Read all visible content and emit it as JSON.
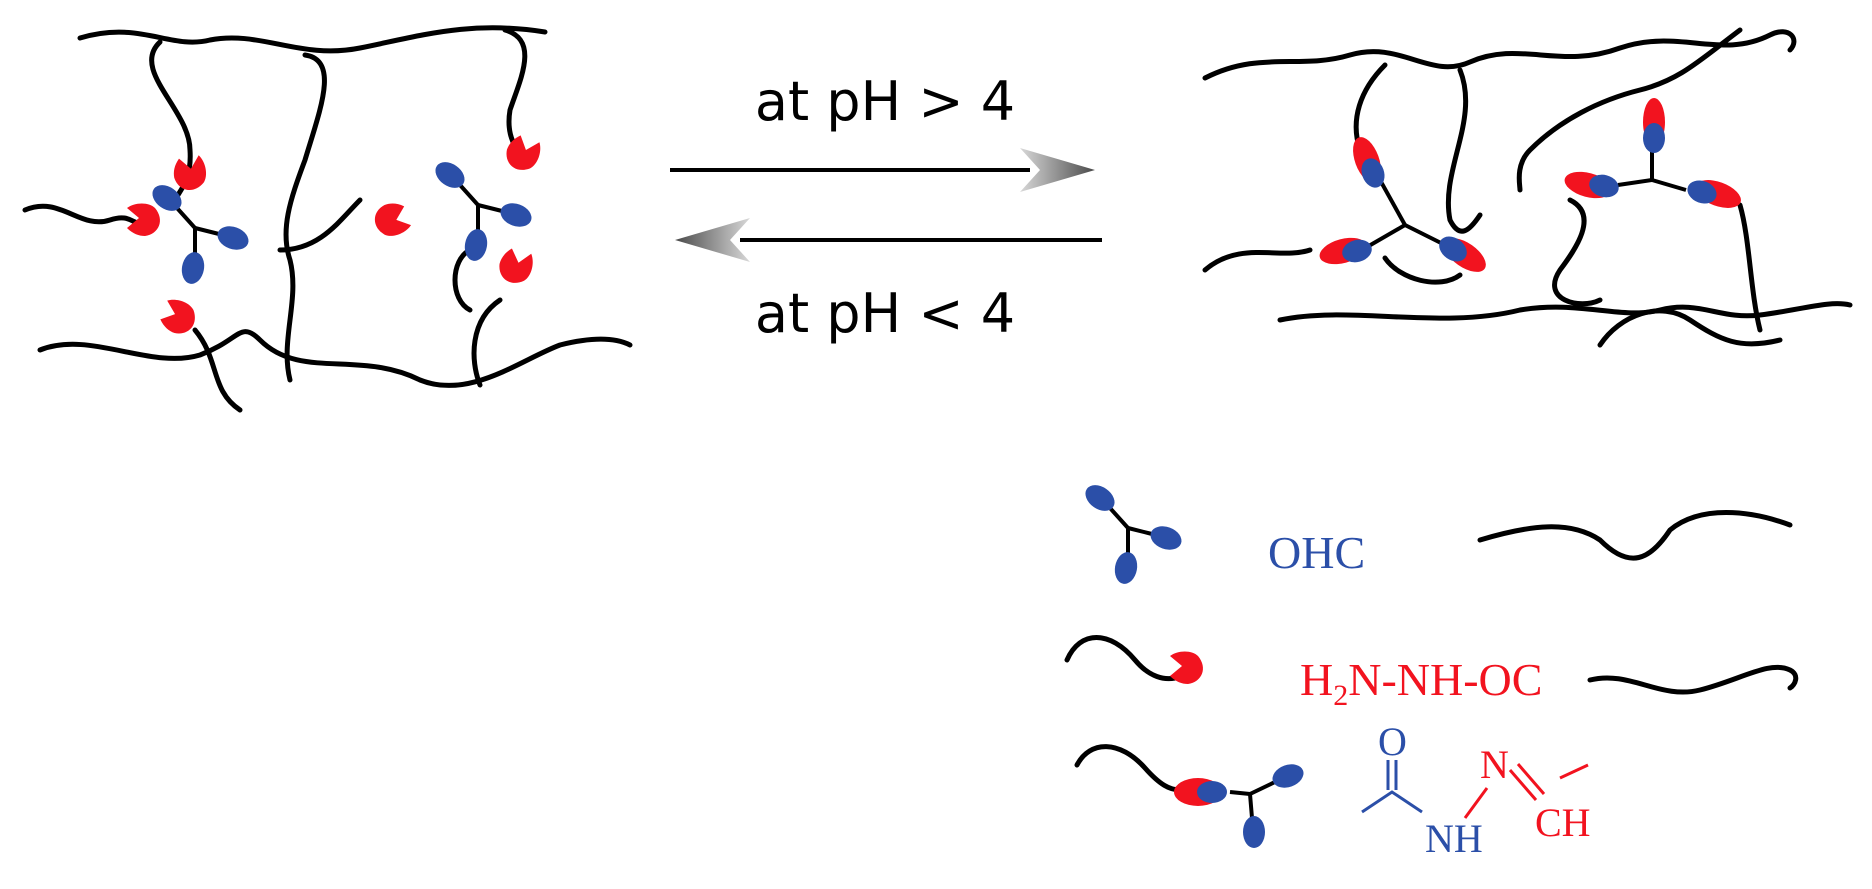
{
  "arrows": {
    "forward_label": "at pH > 4",
    "reverse_label": "at pH < 4"
  },
  "legend": {
    "ohc_label": "OHC",
    "hydrazide_main": "H",
    "hydrazide_sub": "2",
    "hydrazide_rest": "N-NH-OC",
    "chem_o": "O",
    "chem_n": "N",
    "chem_nh": "NH",
    "chem_ch": "CH"
  },
  "colors": {
    "ohc_blue": "#2b4fa8",
    "hydrazide_red": "#f2131f",
    "chain_black": "#000000",
    "arrow_grey": "#7a7a7a"
  }
}
